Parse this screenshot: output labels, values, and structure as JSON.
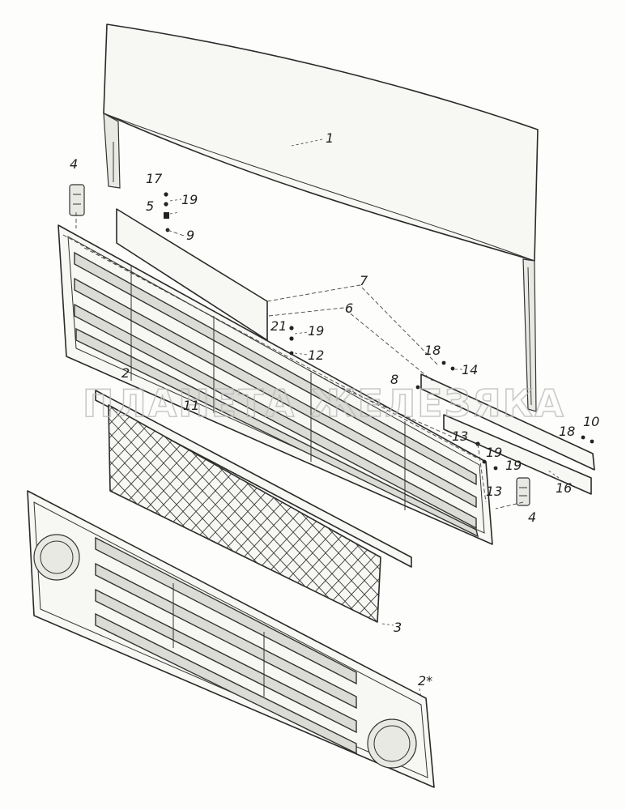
{
  "watermark": "ПЛАНЕТА ЖЕЛЕЗЯКА",
  "callouts": {
    "c1": "1",
    "c2": "2",
    "c2star": "2*",
    "c3": "3",
    "c4a": "4",
    "c4b": "4",
    "c5": "5",
    "c6": "6",
    "c7": "7",
    "c8": "8",
    "c9": "9",
    "c10": "10",
    "c11": "11",
    "c12": "12",
    "c13a": "13",
    "c13b": "13",
    "c14": "14",
    "c16": "16",
    "c17": "17",
    "c18a": "18",
    "c18b": "18",
    "c19a": "19",
    "c19b": "19",
    "c19c": "19",
    "c19d": "19",
    "c21": "21"
  },
  "colors": {
    "line": "#2a2a2a",
    "paper": "#fdfdfb",
    "watermark": "#b8b8b8"
  }
}
